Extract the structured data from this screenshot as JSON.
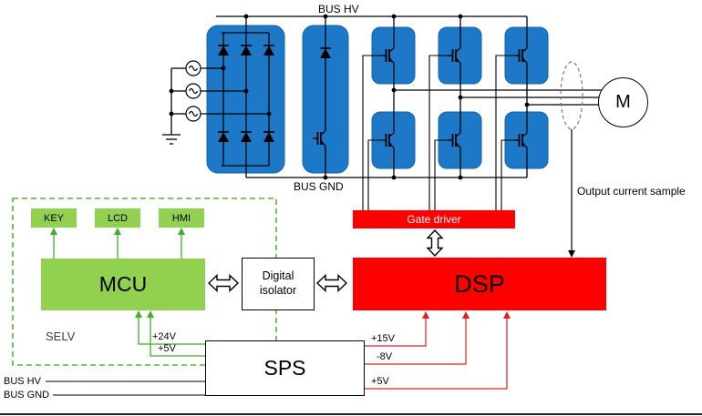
{
  "colors": {
    "block_blue": "#1e78c8",
    "block_green": "#92d050",
    "block_red": "#ff0000",
    "selv_dash_green": "#55b82e",
    "supply_green": "#3daf2c",
    "supply_red": "#e02020"
  },
  "power": {
    "bus_hv": "BUS HV",
    "bus_gnd": "BUS GND",
    "motor": "M",
    "output_current_sample": "Output current sample"
  },
  "control": {
    "key": "KEY",
    "lcd": "LCD",
    "hmi": "HMI",
    "mcu": "MCU",
    "selv": "SELV",
    "digital_isolator": "Digital isolator",
    "dsp": "DSP",
    "gate_driver": "Gate driver",
    "sps": "SPS"
  },
  "supplies": {
    "v24": "+24V",
    "v5_mcu": "+5V",
    "v15": "+15V",
    "vneg8": "-8V",
    "v5_dsp": "+5V"
  },
  "inputs": {
    "bus_hv": "BUS HV",
    "bus_gnd": "BUS GND"
  }
}
